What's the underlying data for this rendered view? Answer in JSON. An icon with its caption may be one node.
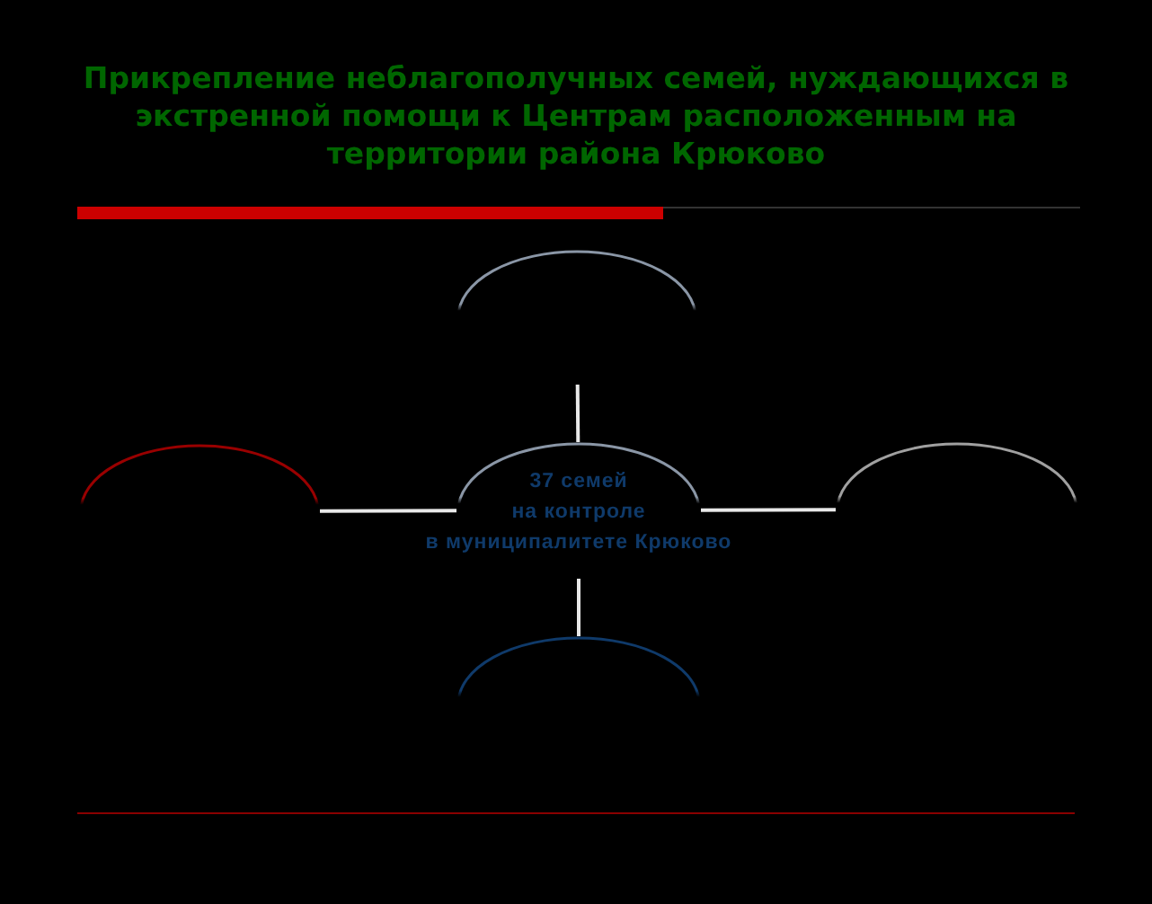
{
  "diagram": {
    "title": "Прикрепление неблагополучных семей, нуждающихся в экстренной помощи к Центрам расположенным на территории района Крюково",
    "nodes": [
      {
        "text": [],
        "shape": "ellipse"
      },
      {
        "text": [],
        "shape": "ellipse"
      },
      {
        "text": [
          "37 семей на контроле в муниципалитете Крюково"
        ]
      },
      {
        "text": [],
        "shape": "ellipse"
      },
      {
        "text": [],
        "shape": "ellipse"
      }
    ],
    "edges": [
      {
        "from": 2,
        "to": 0,
        "arrow": "none"
      },
      {
        "from": 2,
        "to": 1,
        "arrow": "none"
      },
      {
        "from": 2,
        "to": 3,
        "arrow": "none"
      },
      {
        "from": 2,
        "to": 4,
        "arrow": "none"
      }
    ]
  }
}
